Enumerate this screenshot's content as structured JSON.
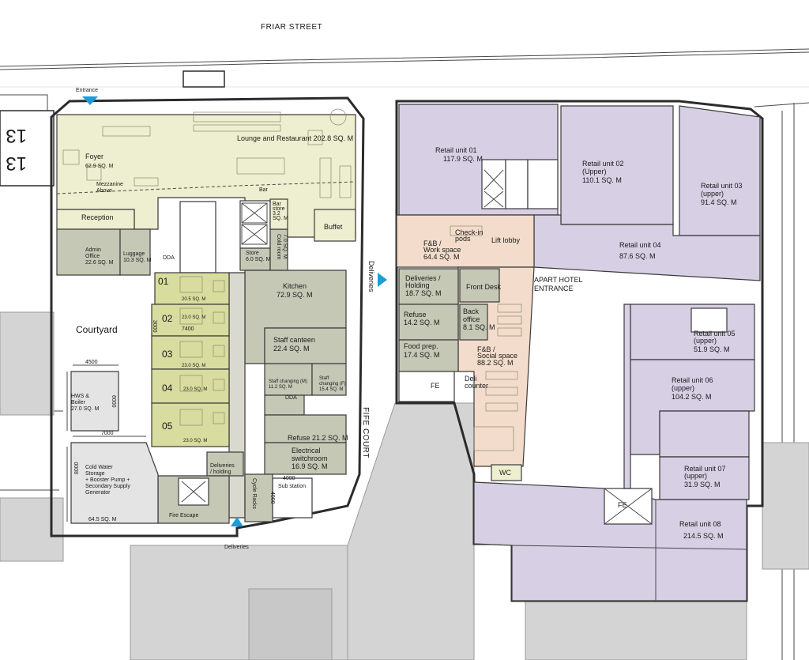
{
  "colors": {
    "lounge": "#eeeed0",
    "bedrooms": "#d8dc9e",
    "service": "#c6c8b6",
    "retail": "#d7cfe4",
    "hotel_public": "#f3dccb",
    "grey_building": "#d4d4d4",
    "plant": "#e4e4e4",
    "marker": "#1e9bd8"
  },
  "streets": {
    "friar": "FRIAR STREET",
    "fife": "FIFE COURT",
    "courtyard": "Courtyard",
    "apart_hotel_1": "APART HOTEL",
    "apart_hotel_2": "ENTRANCE"
  },
  "markers": {
    "entrance": "Entrance",
    "deliveries_bottom": "Deliveries",
    "deliveries_side": "Deliveries"
  },
  "neighbour": {
    "num1": "13",
    "num2": "13"
  },
  "left_rooms": {
    "foyer": {
      "name": "Foyer",
      "area": "62.9 SQ. M"
    },
    "mezzanine": {
      "line1": "Mezzanine",
      "line2": "Above"
    },
    "lounge": {
      "name": "Lounge and Restaurant 202.8 SQ. M"
    },
    "bar": {
      "name": "Bar"
    },
    "bar_store": {
      "l1": "Bar",
      "l2": "store",
      "l3": "3.2",
      "l4": "SQ. M"
    },
    "buffet": {
      "name": "Buffet"
    },
    "reception": {
      "name": "Reception"
    },
    "admin": {
      "l1": "Admin",
      "l2": "Office",
      "l3": "22.6 SQ. M"
    },
    "luggage": {
      "l1": "Luggage",
      "l2": "10.3 SQ. M"
    },
    "dda": {
      "name": "DDA"
    },
    "store": {
      "l1": "Store",
      "l2": "6.0 SQ. M"
    },
    "cold_room": {
      "l1": "Cold room",
      "l2": "7.0 SQ. M"
    },
    "kitchen": {
      "l1": "Kitchen",
      "l2": "72.9 SQ. M"
    },
    "staff_canteen": {
      "l1": "Staff canteen",
      "l2": "22.4 SQ. M"
    },
    "staff_changing_m": {
      "l1": "Staff changing (M)",
      "l2": "11.2 SQ. M"
    },
    "staff_changing_f": {
      "l1": "Staff",
      "l2": "changing (F)",
      "l3": "15.4 SQ. M"
    },
    "dda2": {
      "name": "DDA"
    },
    "refuse": {
      "name": "Refuse 21.2 SQ. M"
    },
    "electrical": {
      "l1": "Electrical",
      "l2": "switchroom",
      "l3": "16.9 SQ. M"
    },
    "sub_station": {
      "name": "Sub station",
      "dim": "4000"
    },
    "cycle_racks": {
      "name": "Cycle Racks",
      "dim": "4000"
    },
    "deliveries_holding": {
      "l1": "Deliveries",
      "l2": "/ holding"
    },
    "fire_escape": {
      "name": "Fire Escape"
    },
    "hws": {
      "l1": "HWS &",
      "l2": "Boiler",
      "l3": "27.0 SQ. M",
      "dim_top": "4500",
      "dim_side": "6000"
    },
    "cold_water": {
      "l1": "Cold Water",
      "l2": "Storage",
      "l3": "+ Booster Pump +",
      "l4": "Secondary Supply",
      "l5": "Generator",
      "area": "64.5 SQ. M",
      "dim_top": "7000",
      "dim_side": "8000"
    },
    "bedrooms": [
      {
        "num": "01",
        "area": "20.5 SQ. M"
      },
      {
        "num": "02",
        "area": "23.0 SQ. M",
        "dim": "7400"
      },
      {
        "num": "03",
        "area": "23.0 SQ. M"
      },
      {
        "num": "04",
        "area": "23.0 SQ. M"
      },
      {
        "num": "05",
        "area": "23.0 SQ. M"
      }
    ],
    "bed_side_dim": "3000"
  },
  "right_rooms": {
    "retail_01": {
      "l1": "Retail unit 01",
      "l2": "117.9 SQ. M"
    },
    "retail_02": {
      "l1": "Retail unit 02",
      "l2": "(Upper)",
      "l3": "110.1 SQ. M"
    },
    "retail_03": {
      "l1": "Retail unit 03",
      "l2": "(upper)",
      "l3": "91.4 SQ. M"
    },
    "retail_04": {
      "l1": "Retail unit 04",
      "l2": "87.6 SQ. M"
    },
    "retail_05": {
      "l1": "Retail unit 05",
      "l2": "(upper)",
      "l3": "51.9 SQ. M"
    },
    "retail_06": {
      "l1": "Retail unit 06",
      "l2": "(upper)",
      "l3": "104.2 SQ. M"
    },
    "retail_07": {
      "l1": "Retail unit 07",
      "l2": "(upper)",
      "l3": "31.9 SQ. M"
    },
    "retail_08": {
      "l1": "Retail unit 08",
      "l2": "214.5 SQ. M"
    },
    "fb_work": {
      "l1": "F&B /",
      "l2": "Work space",
      "l3": "64.4 SQ. M"
    },
    "checkin": {
      "l1": "Check-in",
      "l2": "pods"
    },
    "lift_lobby": {
      "name": "Lift lobby"
    },
    "deliveries_holding": {
      "l1": "Deliveries /",
      "l2": "Holding",
      "l3": "18.7 SQ. M"
    },
    "front_desk": {
      "name": "Front Desk"
    },
    "refuse": {
      "l1": "Refuse",
      "l2": "14.2 SQ. M"
    },
    "back_office": {
      "l1": "Back",
      "l2": "office",
      "l3": "8.1 SQ. M"
    },
    "food_prep": {
      "l1": "Food prep.",
      "l2": "17.4 SQ. M"
    },
    "fb_social": {
      "l1": "F&B /",
      "l2": "Social space",
      "l3": "88.2 SQ. M"
    },
    "deli": {
      "l1": "Deli",
      "l2": "counter"
    },
    "wc": {
      "name": "WC"
    },
    "fe_1": {
      "name": "FE"
    },
    "fe_2": {
      "name": "FE"
    }
  }
}
